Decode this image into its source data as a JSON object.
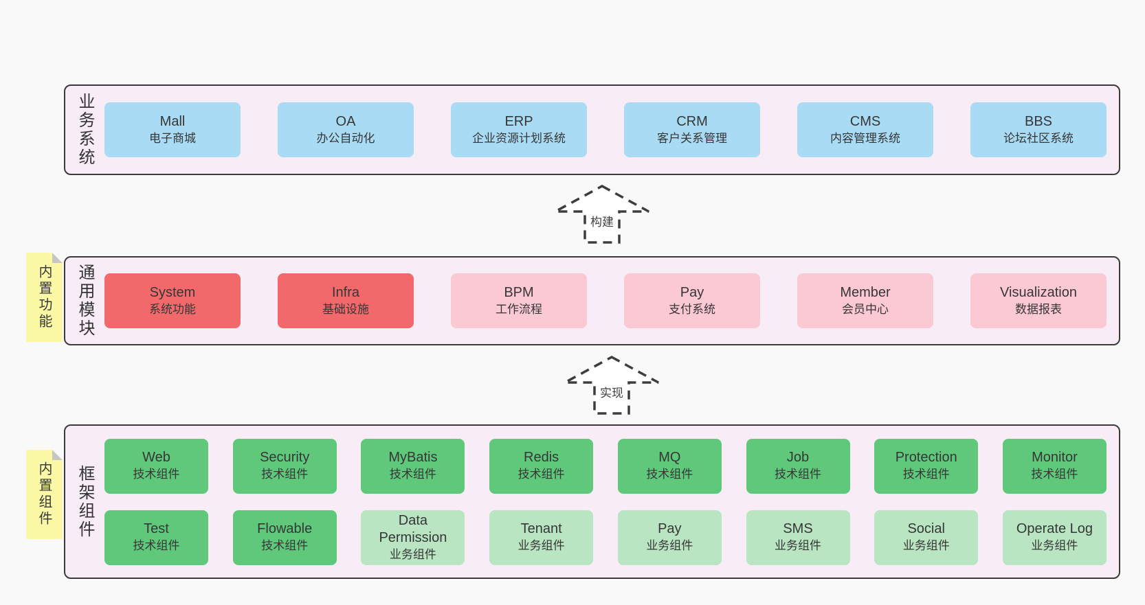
{
  "colors": {
    "page_bg": "#f9f9f9",
    "container_bg": "#f8edf6",
    "container_border": "#3a3a3a",
    "blue_box": "#a9dcf4",
    "red_box": "#f2696c",
    "pink_box": "#fbc9d4",
    "green_box": "#5fc87b",
    "light_green_box": "#b9e5c3",
    "sticky_yellow": "#fbf9a5",
    "sticky_fold": "#c6c6c6",
    "text": "#363636"
  },
  "layers": [
    {
      "label": "业务系统",
      "rows": [
        [
          {
            "en": "Mall",
            "zh": "电子商城"
          },
          {
            "en": "OA",
            "zh": "办公自动化"
          },
          {
            "en": "ERP",
            "zh": "企业资源计划系统"
          },
          {
            "en": "CRM",
            "zh": "客户关系管理"
          },
          {
            "en": "CMS",
            "zh": "内容管理系统"
          },
          {
            "en": "BBS",
            "zh": "论坛社区系统"
          }
        ]
      ]
    },
    {
      "label": "通用模块",
      "sticky": "内置功能",
      "rows": [
        [
          {
            "en": "System",
            "zh": "系统功能"
          },
          {
            "en": "Infra",
            "zh": "基础设施"
          },
          {
            "en": "BPM",
            "zh": "工作流程"
          },
          {
            "en": "Pay",
            "zh": "支付系统"
          },
          {
            "en": "Member",
            "zh": "会员中心"
          },
          {
            "en": "Visualization",
            "zh": "数据报表"
          }
        ]
      ]
    },
    {
      "label": "框架组件",
      "sticky": "内置组件",
      "rows": [
        [
          {
            "en": "Web",
            "zh": "技术组件"
          },
          {
            "en": "Security",
            "zh": "技术组件"
          },
          {
            "en": "MyBatis",
            "zh": "技术组件"
          },
          {
            "en": "Redis",
            "zh": "技术组件"
          },
          {
            "en": "MQ",
            "zh": "技术组件"
          },
          {
            "en": "Job",
            "zh": "技术组件"
          },
          {
            "en": "Protection",
            "zh": "技术组件"
          },
          {
            "en": "Monitor",
            "zh": "技术组件"
          }
        ],
        [
          {
            "en": "Test",
            "zh": "技术组件"
          },
          {
            "en": "Flowable",
            "zh": "技术组件"
          },
          {
            "en": "Data Permission",
            "zh": "业务组件"
          },
          {
            "en": "Tenant",
            "zh": "业务组件"
          },
          {
            "en": "Pay",
            "zh": "业务组件"
          },
          {
            "en": "SMS",
            "zh": "业务组件"
          },
          {
            "en": "Social",
            "zh": "业务组件"
          },
          {
            "en": "Operate Log",
            "zh": "业务组件"
          }
        ]
      ]
    }
  ],
  "arrows": [
    {
      "label": "构建"
    },
    {
      "label": "实现"
    }
  ]
}
